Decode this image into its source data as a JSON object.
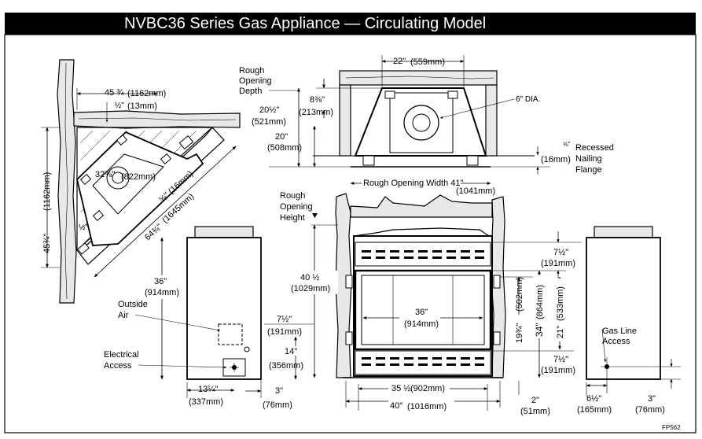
{
  "title": "NVBC36 Series Gas Appliance — Circulating Model",
  "colors": {
    "ink": "#000000",
    "paper": "#ffffff",
    "framing_fill": "#e8e8e8",
    "dark_panel": "#1e1e1e"
  },
  "corner_view": {
    "dim_overall_width_in": "45 ¾",
    "dim_overall_width_mm": "(1162mm)",
    "dim_half_in": "½\"",
    "dim_half_mm": "(13mm)",
    "dim_angle_in": "32⅜\"",
    "dim_angle_mm": "(822mm)",
    "dim_flange_in": "⅝\" (16mm)",
    "dim_diagonal_in": "64¾\"",
    "dim_diagonal_mm": "(1645mm)",
    "dim_depth_in": "45¾\"",
    "dim_depth_mm": "(1162mm)",
    "dim_side_half_in": "½\""
  },
  "top_view": {
    "label_rough_opening_depth": [
      "Rough",
      "Opening",
      "Depth"
    ],
    "dim_top_width_in": "22\"",
    "dim_top_width_mm": "(559mm)",
    "dim_8_3_8_in": "8⅜\"",
    "dim_8_3_8_mm": "(213mm)",
    "dim_20_half_in": "20½\"",
    "dim_20_half_mm": "(521mm)",
    "dim_20_in": "20\"",
    "dim_20_mm": "(508mm)",
    "label_flue": "6\" DIA.",
    "label_recessed": [
      "Recessed",
      "Nailing",
      "Flange"
    ],
    "dim_flange_in": "⅝\"",
    "dim_flange_mm": "(16mm)",
    "label_rough_opening_width": "Rough Opening Width 41\"",
    "dim_rough_width_mm": "(1041mm)"
  },
  "left_side_view": {
    "dim_height_in": "36\"",
    "dim_height_mm": "(914mm)",
    "label_outside_air": [
      "Outside",
      "Air"
    ],
    "label_electrical": [
      "Electrical",
      "Access"
    ],
    "dim_7_half_in": "7½\"",
    "dim_7_half_mm": "(191mm)",
    "dim_14_in": "14\"",
    "dim_14_mm": "(356mm)",
    "dim_13_quarter_in": "13¼\"",
    "dim_13_quarter_mm": "(337mm)",
    "dim_3_in": "3\"",
    "dim_3_mm": "(76mm)"
  },
  "front_view": {
    "label_rough_opening_height": [
      "Rough",
      "Opening",
      "Height"
    ],
    "dim_40_half_in": "40 ½",
    "dim_40_half_mm": "(1029mm)",
    "dim_36_in": "36\"",
    "dim_36_mm": "(914mm)",
    "dim_7_half_top_in": "7½\"",
    "dim_7_half_top_mm": "(191mm)",
    "dim_7_half_bottom_in": "7½\"",
    "dim_7_half_bottom_mm": "(191mm)",
    "dim_19_3_4_in": "19¾\"",
    "dim_19_3_4_mm": "(502mm)",
    "dim_34_in": "34\"",
    "dim_34_mm": "(864mm)",
    "dim_21_in": "21\"",
    "dim_21_mm": "(533mm)",
    "dim_35_half_in": "35 ½",
    "dim_35_half_mm": "(902mm)",
    "dim_40_in": "40\"",
    "dim_40_mm": "(1016mm)",
    "dim_2_in": "2\"",
    "dim_2_mm": "(51mm)"
  },
  "right_side_view": {
    "label_gas_line": [
      "Gas Line",
      "Access"
    ],
    "dim_6_half_in": "6½\"",
    "dim_6_half_mm": "(165mm)",
    "dim_3_in": "3\"",
    "dim_3_mm": "(76mm)"
  },
  "figure_code": "FP562"
}
